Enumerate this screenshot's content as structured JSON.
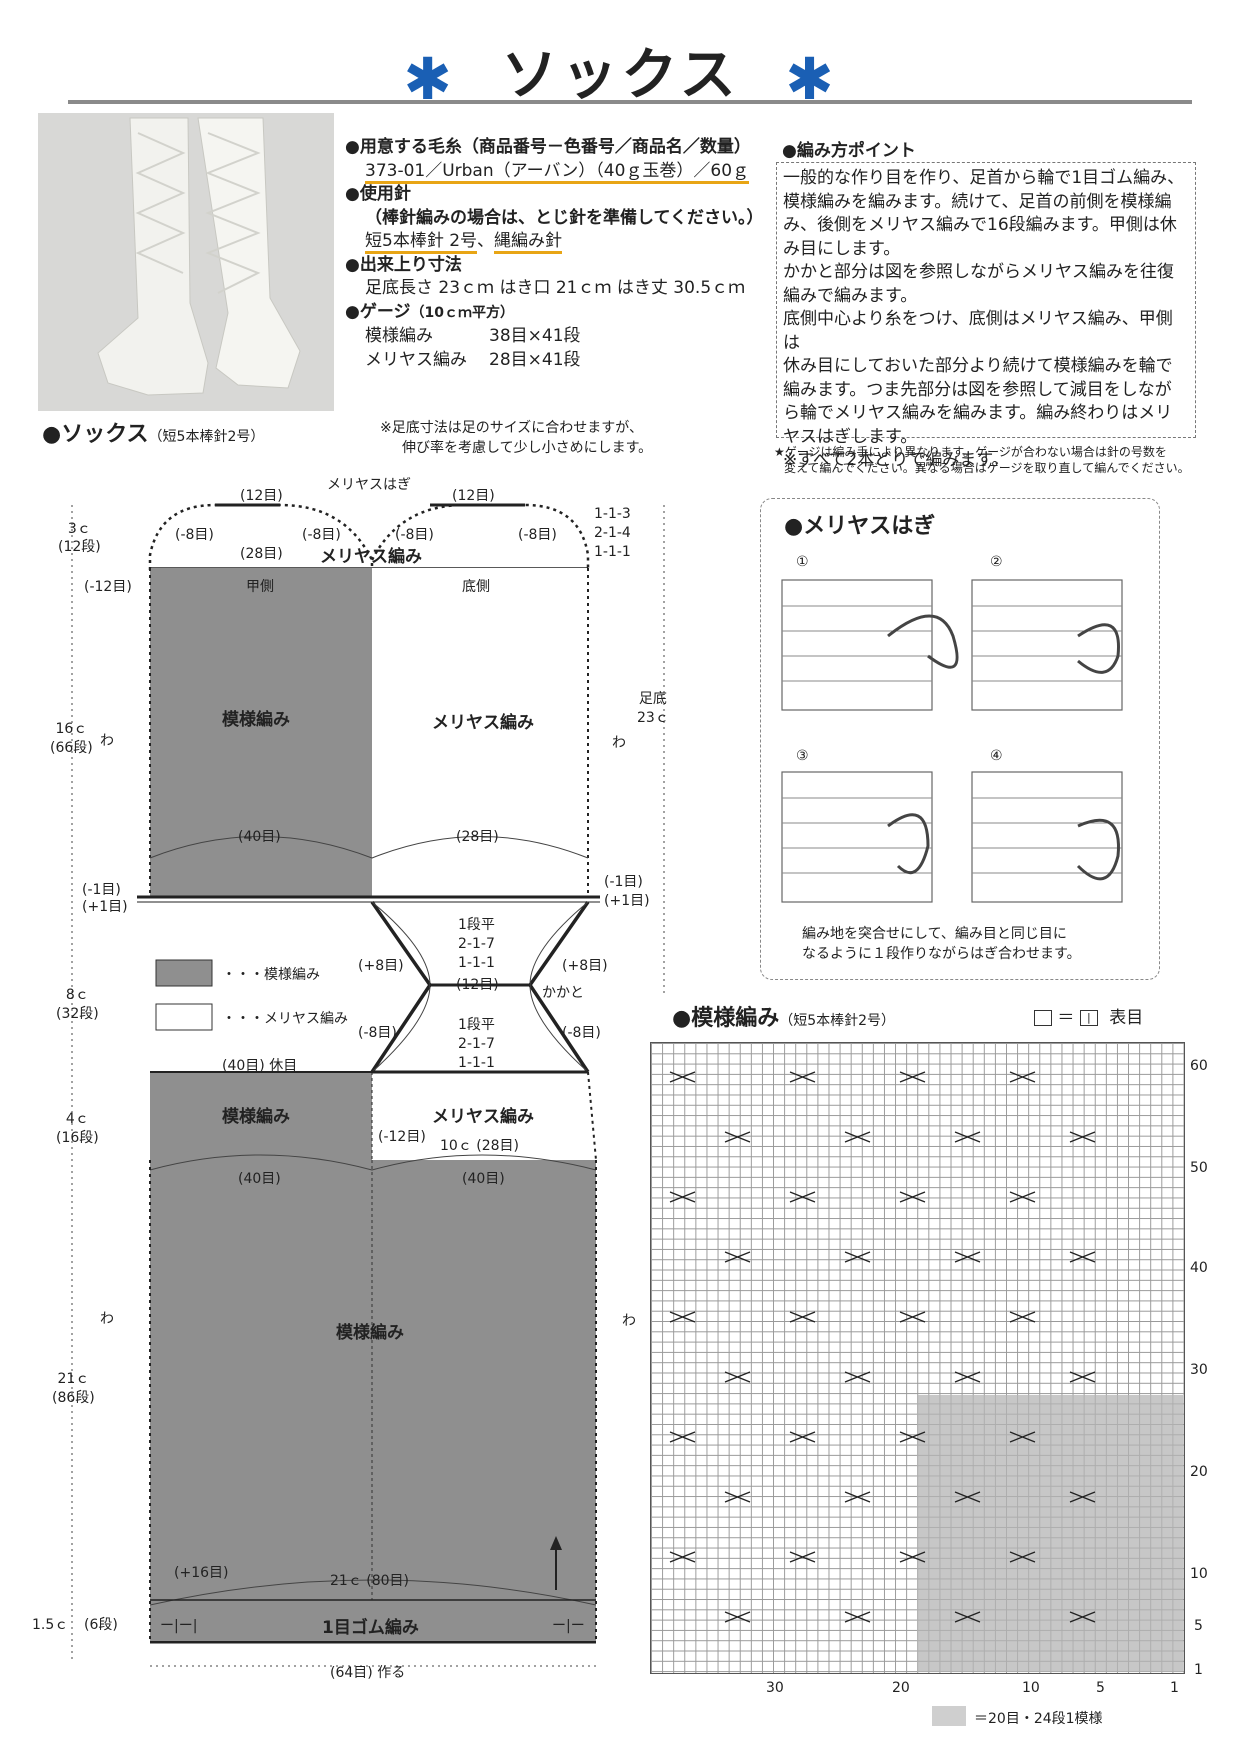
{
  "title": "ソックス",
  "title_decoration": "✱",
  "yarn": {
    "heading": "●用意する毛糸（商品番号－色番号／商品名／数量）",
    "value": "373-01／Urban（アーバン）（40ｇ玉巻）／60ｇ"
  },
  "needles": {
    "heading": "●使用針",
    "note": "（棒針編みの場合は、とじ針を準備してください。）",
    "value1": "短5本棒針 2号",
    "sep": "、",
    "value2": "縄編み針"
  },
  "size": {
    "heading": "●出来上り寸法",
    "value": "足底長さ 23ｃｍ はき口 21ｃｍ はき丈 30.5ｃｍ"
  },
  "gauge": {
    "heading": "●ゲージ",
    "heading_small": "（10ｃｍ平方）",
    "row1_label": "模様編み",
    "row1_value": "38目×41段",
    "row2_label": "メリヤス編み",
    "row2_value": "28目×41段"
  },
  "points": {
    "heading": "●編み方ポイント",
    "lines": [
      "一般的な作り目を作り、足首から輪で1目ゴム編み、",
      "模様編みを編みます。続けて、足首の前側を模様編",
      "み、後側をメリヤス編みで16段編みます。甲側は休",
      "み目にします。",
      "かかと部分は図を参照しながらメリヤス編みを往復",
      "編みで編みます。",
      "底側中心より糸をつけ、底側はメリヤス編み、甲側は",
      "休み目にしておいた部分より続けて模様編みを輪で",
      "編みます。つま先部分は図を参照して減目をしなが",
      "ら輪でメリヤス編みを編みます。編み終わりはメリ",
      "ヤスはぎします。",
      "※すべて2本どりで編みます。"
    ]
  },
  "gauge_note": [
    "★ゲージは編み手により異なります。ゲージが合わない場合は針の号数を",
    "変えて編んでください。異なる場合はゲージを取り直して編んでください。"
  ],
  "socks_section": {
    "title": "●ソックス",
    "sub": "（短5本棒針2号）"
  },
  "foot_note": [
    "※足底寸法は足のサイズに合わせますが、",
    "伸び率を考慮して少し小さめにします。"
  ],
  "diagram": {
    "toe_left_top": "(12目)",
    "toe_kitchener": "メリヤスはぎ",
    "toe_right_top": "(12目)",
    "toe_dec_1": "(-8目)",
    "toe_dec_2": "(-8目)",
    "toe_dec_3": "(-8目)",
    "toe_dec_4": "(-8目)",
    "toe_28": "(28目)",
    "toe_meriyasu": "メリヤス編み",
    "toe_minus12": "(-12目)",
    "toe_dec_rule": [
      "1-1-3",
      "2-1-4",
      "1-1-1"
    ],
    "dim_3c": "3ｃ",
    "dim_3c_rows": "(12段)",
    "instep": "甲側",
    "sole": "底側",
    "upper_pattern": "模様編み",
    "upper_meriyasu": "メリヤス編み",
    "dim_16c": "16ｃ",
    "dim_16c_rows": "(66段)",
    "wa": "わ",
    "sole_len": "足底",
    "sole_len_v": "23ｃ",
    "st_40": "(40目)",
    "st_28": "(28目)",
    "minus1": "(-1目)",
    "plus1": "(+1目)",
    "heel_top_rule": [
      "1段平",
      "2-1-7",
      "1-1-1"
    ],
    "plus8": "(+8目)",
    "minus8": "(-8目)",
    "heel_12": "(12目)",
    "heel": "かかと",
    "heel_bottom_rule": [
      "1段平",
      "2-1-7",
      "1-1-1"
    ],
    "legend_pattern": "・・・模様編み",
    "legend_meriyasu": "・・・メリヤス編み",
    "dim_8c": "8ｃ",
    "dim_8c_rows": "(32段)",
    "rest": "(40目) 休目",
    "dim_4c": "4ｃ",
    "dim_4c_rows": "(16段)",
    "ankle_pattern": "模様編み",
    "ankle_meriyasu": "メリヤス編み",
    "ankle_minus12": "(-12目)",
    "ankle_10c": "10ｃ (28目)",
    "leg_40a": "(40目)",
    "leg_40b": "(40目)",
    "leg_pattern": "模様編み",
    "dim_21c": "21ｃ",
    "dim_21c_rows": "(86段)",
    "plus16": "(+16目)",
    "leg_21c": "21ｃ (80目)",
    "dim_15c": "1.5ｃ",
    "dim_15c_rows": "(6段)",
    "rib": "1目ゴム編み",
    "rib_mark_l": "ー|ー|",
    "rib_mark_r": "ー|ー",
    "cast_on": "(64目) 作る"
  },
  "kitchener": {
    "title": "●メリヤスはぎ",
    "steps": [
      "①",
      "②",
      "③",
      "④"
    ],
    "note": [
      "編み地を突合せにして、編み目と同じ目に",
      "なるように１段作りながらはぎ合わせます。"
    ]
  },
  "pattern_chart": {
    "title": "●模様編み",
    "sub": "（短5本棒針2号）",
    "legend_eq": "＝",
    "legend_sym": "|",
    "legend_text": "表目",
    "row_labels": [
      "60",
      "50",
      "40",
      "30",
      "20",
      "10",
      "5",
      "1"
    ],
    "col_labels": [
      "30",
      "20",
      "10",
      "5",
      "1"
    ],
    "repeat_note": "＝20目・24段1模様"
  }
}
